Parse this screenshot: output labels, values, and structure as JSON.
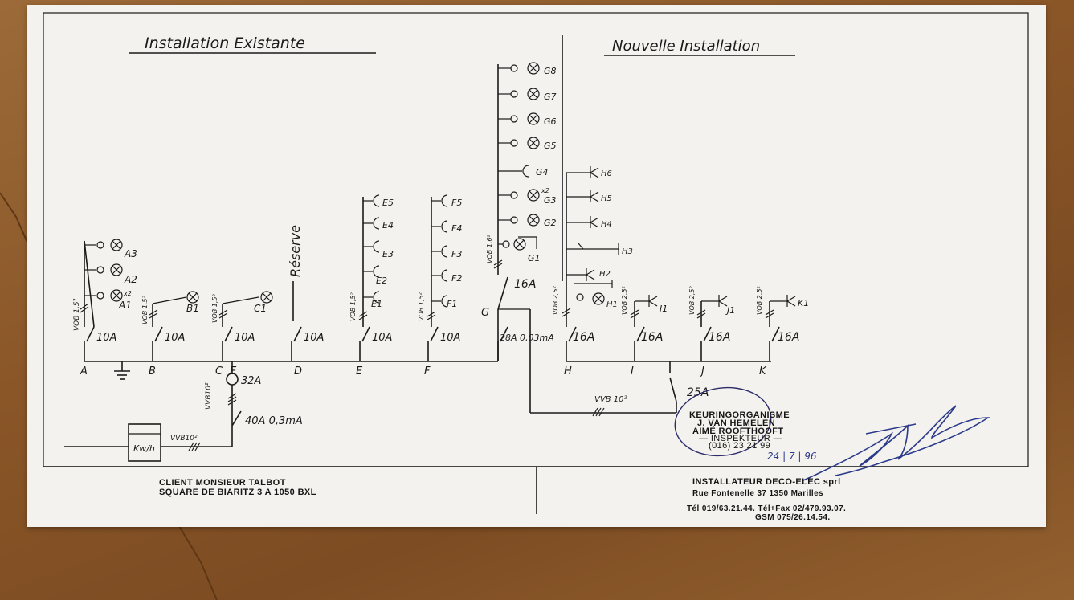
{
  "headings": {
    "existing": "Installation Existante",
    "new": "Nouvelle Installation"
  },
  "circuits": {
    "A": {
      "letter": "A",
      "breaker": "10A",
      "cable": "VOB 1,5²",
      "lamps": [
        "A3",
        "A2",
        "A1"
      ],
      "lamp_note": "x2"
    },
    "B": {
      "letter": "B",
      "breaker": "10A",
      "cable": "VOB 1,5²",
      "lamp": "B1"
    },
    "C": {
      "letter": "C",
      "breaker": "10A",
      "cable": "VOB 1,5²",
      "lamp": "C1"
    },
    "D": {
      "letter": "D",
      "breaker": "10A",
      "label": "Réserve"
    },
    "E": {
      "letter": "E",
      "breaker": "10A",
      "cable": "VOB 1,5²",
      "outlets": [
        "E5",
        "E4",
        "E3",
        "E2",
        "E1"
      ]
    },
    "F": {
      "letter": "F",
      "breaker": "10A",
      "cable": "VOB 1,5²",
      "outlets": [
        "F5",
        "F4",
        "F3",
        "F2",
        "F1"
      ]
    },
    "G": {
      "letter": "G",
      "breaker": "16A",
      "rcd": "28A 0,03mA",
      "cable": "VOB 1,6²",
      "points": [
        "G8",
        "G7",
        "G6",
        "G5",
        "G4",
        "G3",
        "G2",
        "G1"
      ],
      "g3_note": "x2"
    },
    "H": {
      "letter": "H",
      "breaker": "16A",
      "cable": "VOB 2,5²",
      "points": [
        "H6",
        "H5",
        "H4",
        "H3",
        "H2",
        "H1"
      ]
    },
    "I": {
      "letter": "I",
      "breaker": "16A",
      "cable": "VOB 2,5²",
      "point": "I1"
    },
    "J": {
      "letter": "J",
      "breaker": "16A",
      "cable": "VOB 2,5²",
      "point": "J1"
    },
    "K": {
      "letter": "K",
      "breaker": "16A",
      "cable": "VOB 2,5²",
      "point": "K1"
    }
  },
  "supply": {
    "main_fuse": "32A",
    "main_cable": "VVB10²",
    "main_breaker": "40A 0,3mA",
    "meter_cable": "VVB10²",
    "meter": "Kw/h",
    "new_feed_breaker": "25A",
    "new_feed_cable": "VVB 10²",
    "junction_letter": "E"
  },
  "stamp": {
    "line1": "KEURINGORGANISME",
    "line2": "J. VAN HEMELEN",
    "line3": "AIMÉ ROOFTHOOFT",
    "line4": "— INSPEKTEUR —",
    "line5": "(016) 23 21 99"
  },
  "handwritten_date": "24 | 7 | 96",
  "footer": {
    "client_line1": "CLIENT MONSIEUR TALBOT",
    "client_line2": "SQUARE DE BIARITZ 3 A 1050 BXL",
    "installer_line1": "INSTALLATEUR  DECO-ELEC sprl",
    "installer_line2": "Rue Fontenelle 37   1350 Marilles",
    "installer_line3": "Tél 019/63.21.44.  Tél+Fax 02/479.93.07.",
    "installer_line4": "GSM 075/26.14.54."
  },
  "colors": {
    "paper": "#f3f2ee",
    "ink": "#1b1b1b",
    "stamp_ink": "#2c2c6a",
    "signature_ink": "#2b3a8a",
    "table": "#8a5628"
  }
}
